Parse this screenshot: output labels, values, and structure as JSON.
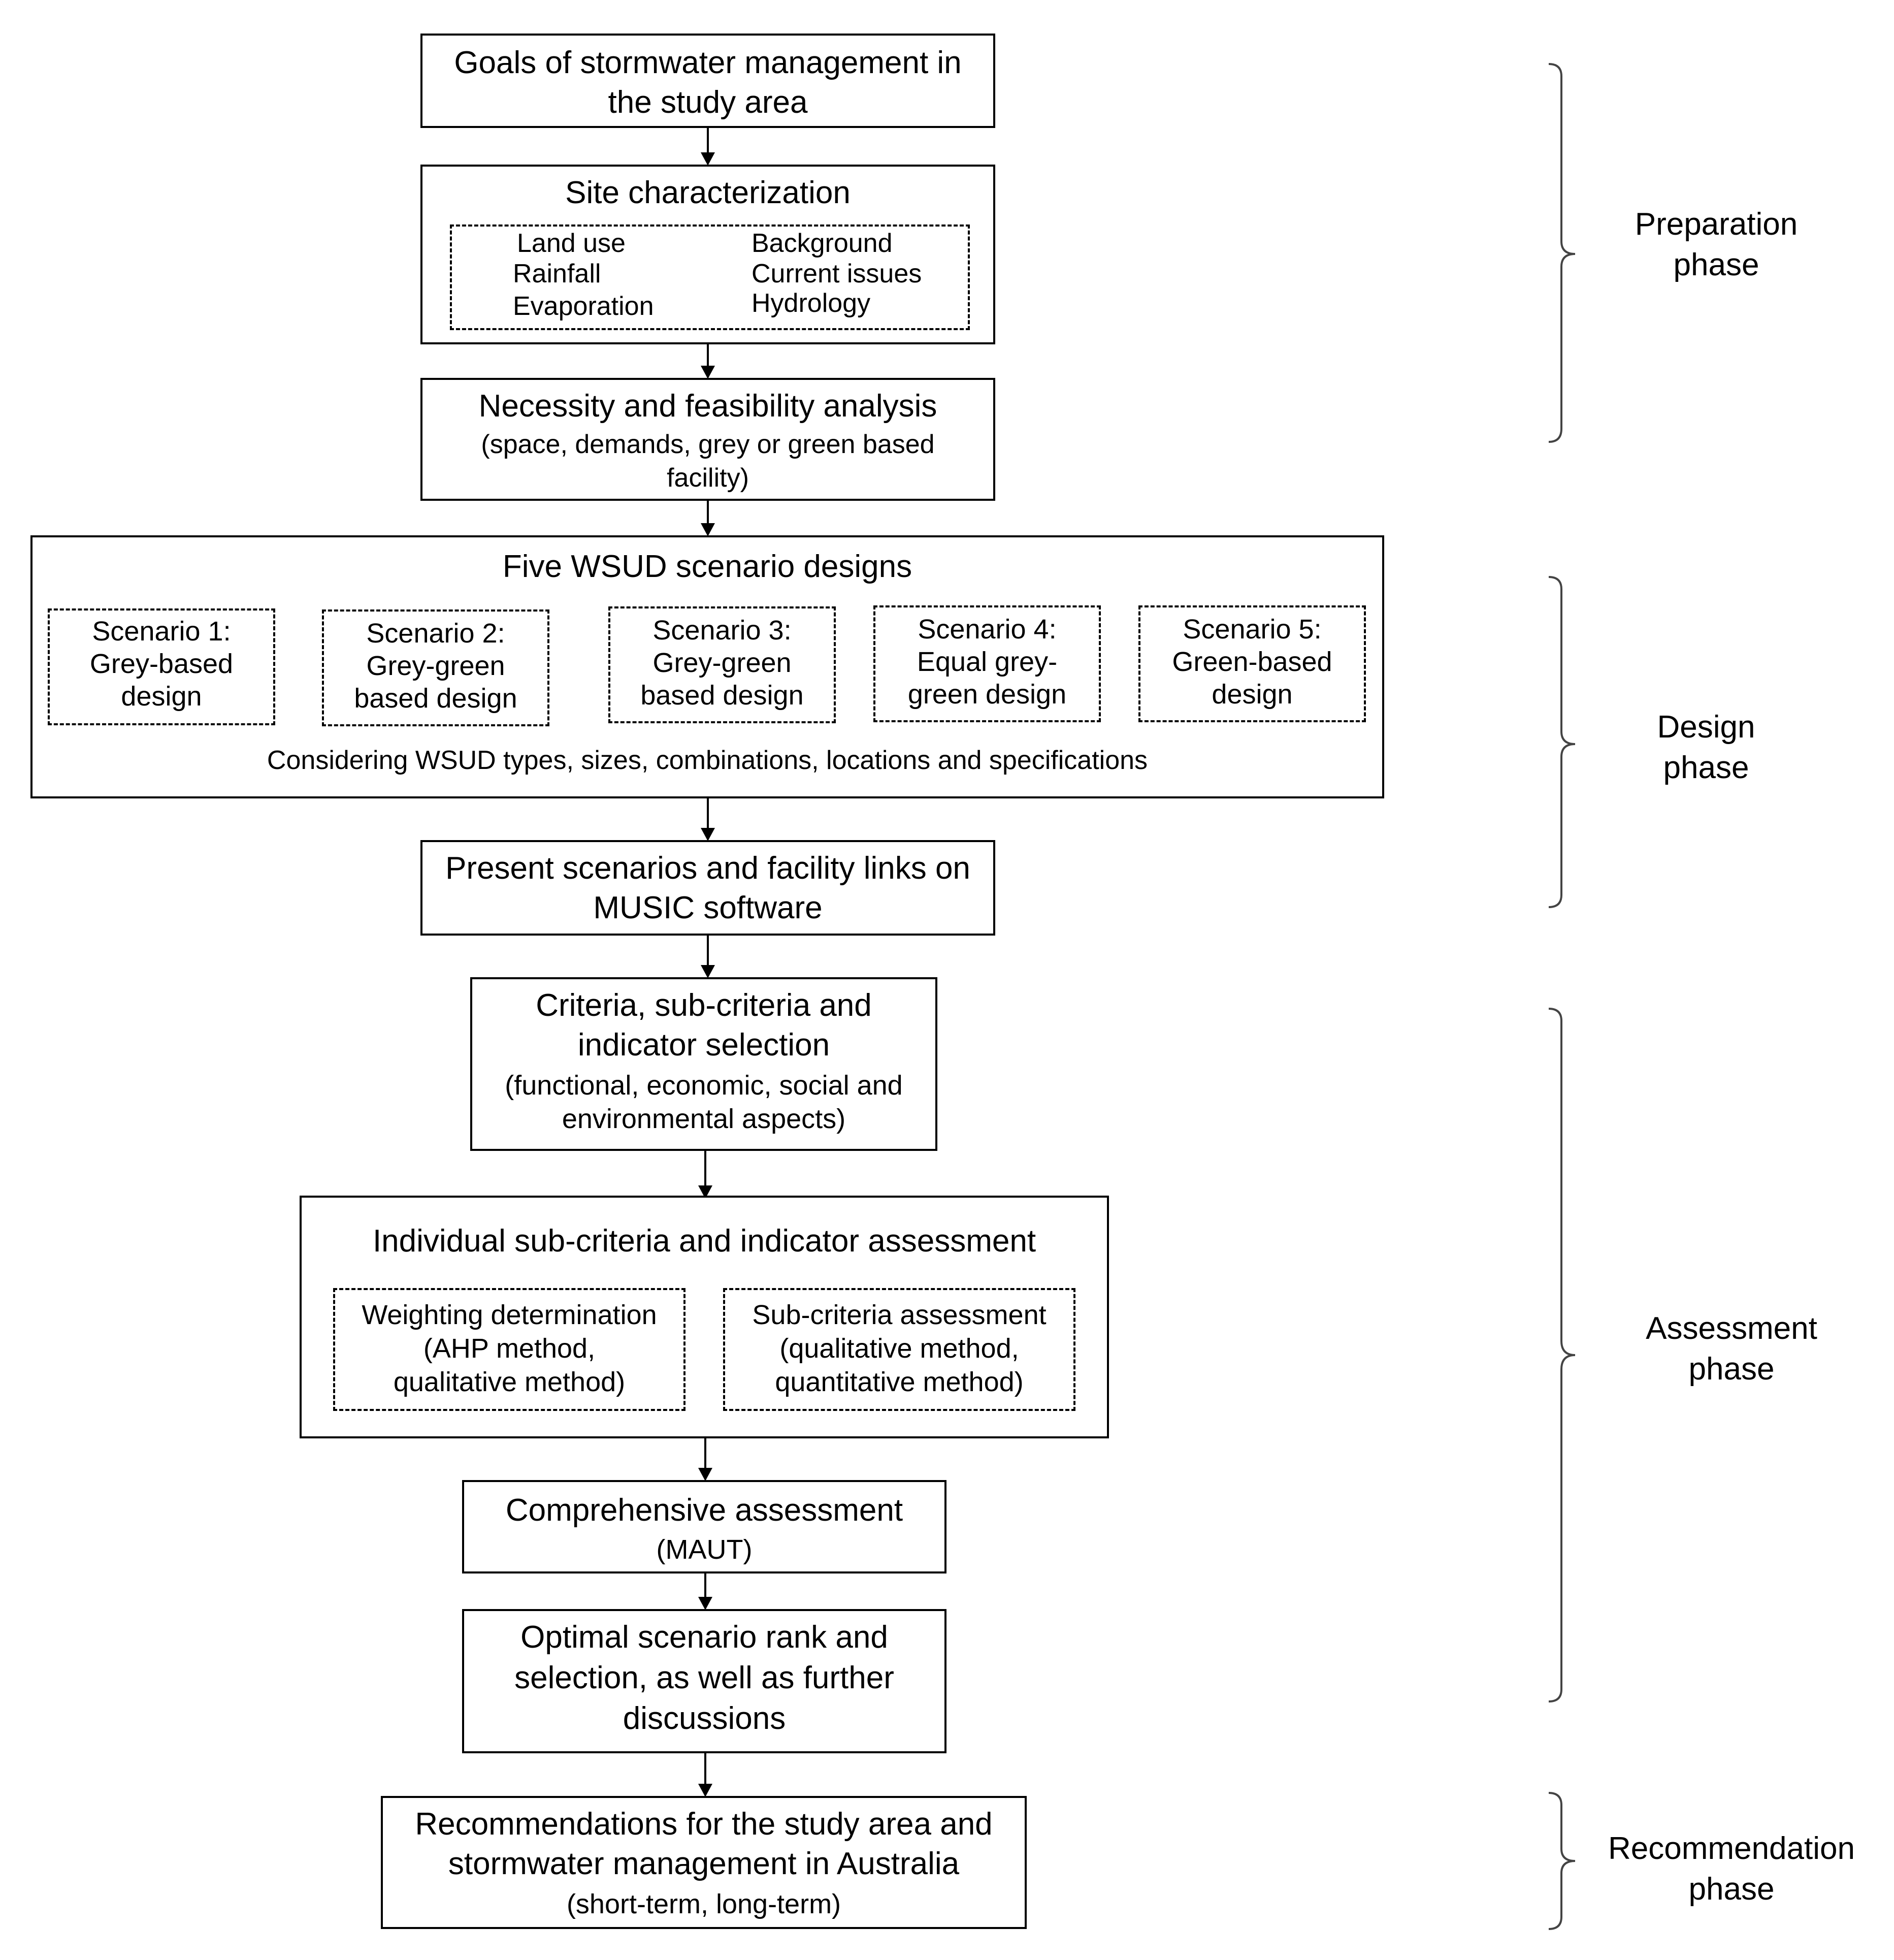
{
  "goals": {
    "line1": "Goals of stormwater management in",
    "line2": "the study area"
  },
  "site": {
    "title": "Site characterization",
    "left": [
      "Land use",
      "Rainfall",
      "Evaporation"
    ],
    "right": [
      "Background",
      "Current issues",
      "Hydrology"
    ]
  },
  "necessity": {
    "title": "Necessity and feasibility analysis",
    "sub1": "(space, demands, grey or green based",
    "sub2": "facility)"
  },
  "five": {
    "title": "Five WSUD scenario designs",
    "footer": "Considering WSUD types, sizes, combinations, locations and specifications",
    "scenarios": [
      {
        "l1": "Scenario 1:",
        "l2": "Grey-based",
        "l3": "design"
      },
      {
        "l1": "Scenario 2:",
        "l2": "Grey-green",
        "l3": "based design"
      },
      {
        "l1": "Scenario 3:",
        "l2": "Grey-green",
        "l3": "based design"
      },
      {
        "l1": "Scenario 4:",
        "l2": "Equal grey-",
        "l3": "green design"
      },
      {
        "l1": "Scenario 5:",
        "l2": "Green-based",
        "l3": "design"
      }
    ]
  },
  "present": {
    "line1": "Present scenarios and facility links on",
    "line2": "MUSIC software"
  },
  "criteria": {
    "line1": "Criteria, sub-criteria and",
    "line2": "indicator selection",
    "sub1": "(functional, economic, social and",
    "sub2": "environmental aspects)"
  },
  "individual": {
    "title": "Individual sub-criteria and indicator assessment",
    "weighting": {
      "l1": "Weighting determination",
      "l2": "(AHP method,",
      "l3": "qualitative method)"
    },
    "subcriteria": {
      "l1": "Sub-criteria assessment",
      "l2": "(qualitative method,",
      "l3": "quantitative method)"
    }
  },
  "comprehensive": {
    "title": "Comprehensive assessment",
    "sub": "(MAUT)"
  },
  "optimal": {
    "l1": "Optimal scenario rank and",
    "l2": "selection, as well as further",
    "l3": "discussions"
  },
  "recommendations": {
    "l1": "Recommendations for the study area and",
    "l2": "stormwater management in Australia",
    "sub": "(short-term, long-term)"
  },
  "phases": {
    "preparation": {
      "l1": "Preparation",
      "l2": "phase"
    },
    "design": {
      "l1": "Design",
      "l2": "phase"
    },
    "assessment": {
      "l1": "Assessment",
      "l2": "phase"
    },
    "recommendation": {
      "l1": "Recommendation",
      "l2": "phase"
    }
  }
}
